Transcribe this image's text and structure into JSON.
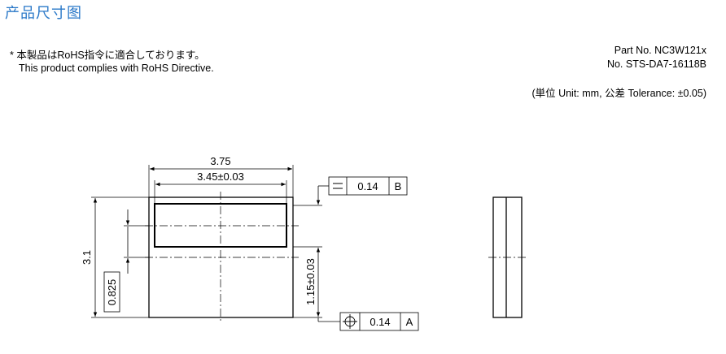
{
  "header": {
    "title": "产品尺寸图"
  },
  "compliance": {
    "line_jp": "* 本製品はRoHS指令に適合しております。",
    "line_en": "This product complies with RoHS Directive."
  },
  "part": {
    "part_no": "Part No. NC3W121x",
    "doc_no": "No. STS-DA7-16118B",
    "units": "(単位 Unit: mm,  公差 Tolerance: ±0.05)"
  },
  "dimensions": {
    "overall_width": "3.75",
    "window_width": "3.45±0.03",
    "height": "3.1",
    "offset": "0.825",
    "window_center": "1.15±0.03"
  },
  "tolerance_frames": {
    "parallelism": {
      "symbol": "parallelism-icon",
      "value": "0.14",
      "datum": "B"
    },
    "position": {
      "symbol": "position-icon",
      "value": "0.14",
      "datum": "A"
    }
  }
}
